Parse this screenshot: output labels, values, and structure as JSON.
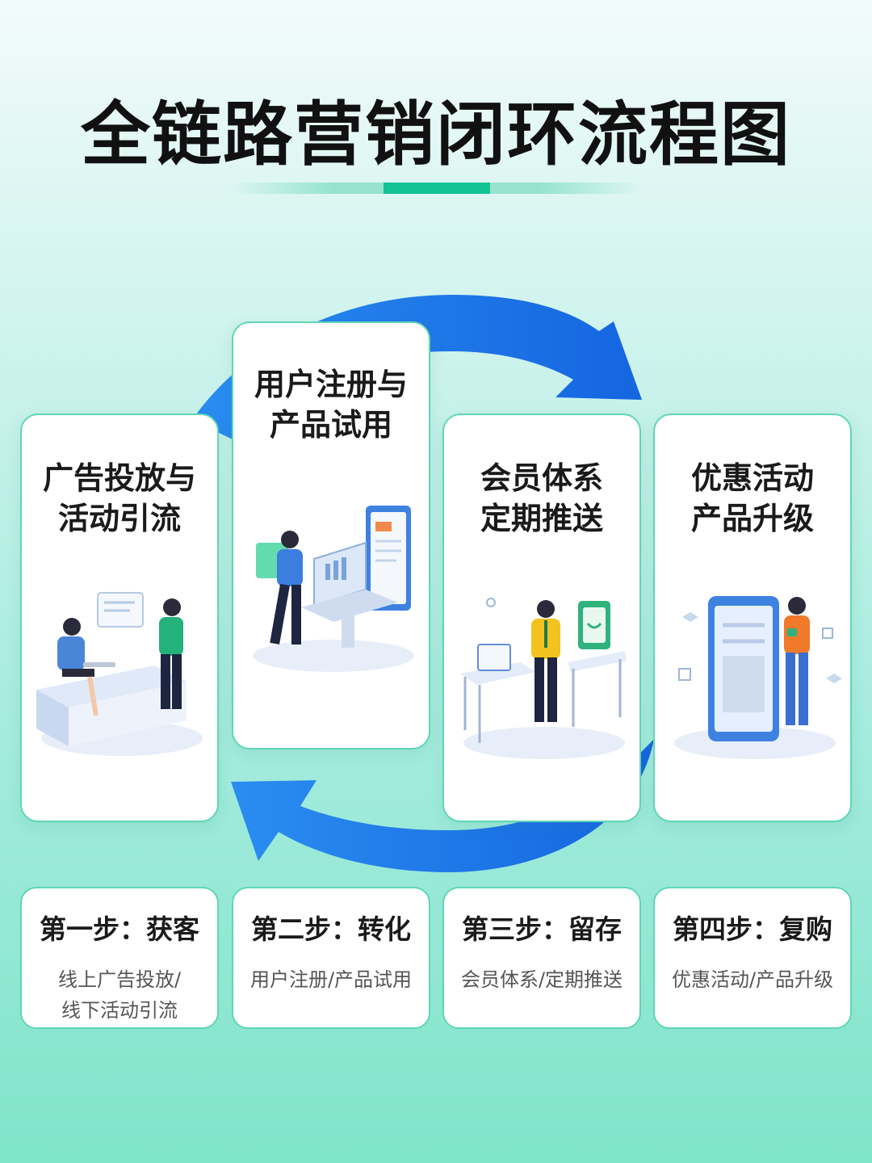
{
  "title": "全链路营销闭环流程图",
  "colors": {
    "arrow": "#1a73e8",
    "accent": "#12c393",
    "card_border": "#5fd6b6"
  },
  "cards": [
    {
      "line1": "广告投放与",
      "line2": "活动引流"
    },
    {
      "line1": "用户注册与",
      "line2": "产品试用"
    },
    {
      "line1": "会员体系",
      "line2": "定期推送"
    },
    {
      "line1": "优惠活动",
      "line2": "产品升级"
    }
  ],
  "steps": [
    {
      "title": "第一步：获客",
      "desc1": "线上广告投放/",
      "desc2": "线下活动引流"
    },
    {
      "title": "第二步：转化",
      "desc1": "用户注册/产品试用",
      "desc2": ""
    },
    {
      "title": "第三步：留存",
      "desc1": "会员体系/定期推送",
      "desc2": ""
    },
    {
      "title": "第四步：复购",
      "desc1": "优惠活动/产品升级",
      "desc2": ""
    }
  ]
}
